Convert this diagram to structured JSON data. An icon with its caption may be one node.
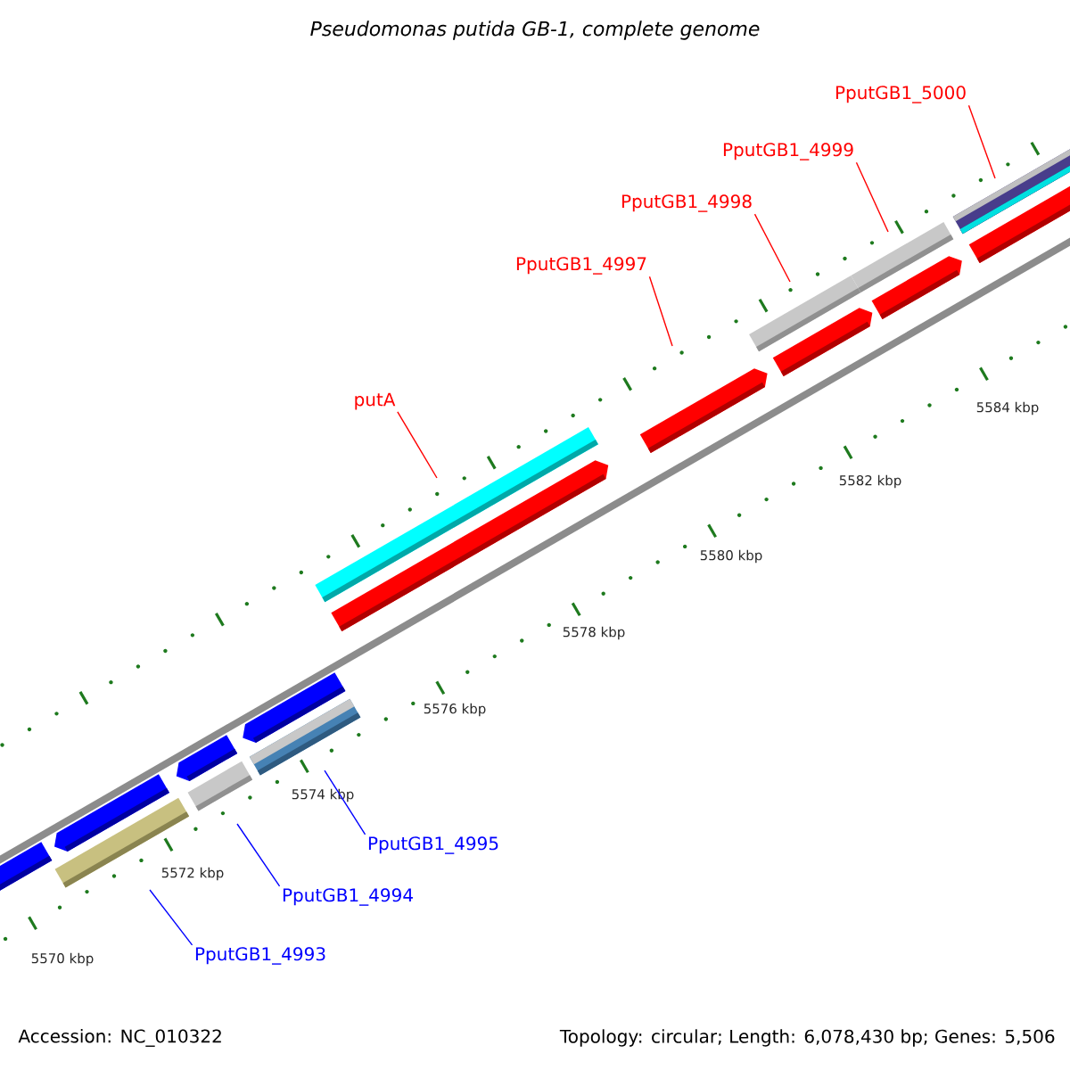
{
  "diagram": {
    "title": "Pseudomonas putida GB-1, complete genome",
    "nodes": [
      {
        "text": [
          "PputGB1_5000"
        ]
      },
      {
        "text": [
          "PputGB1_4999"
        ]
      },
      {
        "text": [
          "PputGB1_4998"
        ]
      },
      {
        "text": [
          "PputGB1_4997"
        ]
      },
      {
        "text": [
          "putA"
        ]
      },
      {
        "text": [
          "PputGB1_4995"
        ]
      },
      {
        "text": [
          "PputGB1_4994"
        ]
      },
      {
        "text": [
          "PputGB1_4993"
        ]
      }
    ],
    "edges": [
      {
        "from": 0,
        "to": null,
        "arrow": "none"
      },
      {
        "from": 1,
        "to": null,
        "arrow": "none"
      },
      {
        "from": 2,
        "to": null,
        "arrow": "none"
      },
      {
        "from": 3,
        "to": null,
        "arrow": "none"
      },
      {
        "from": 4,
        "to": null,
        "arrow": "none"
      },
      {
        "from": 5,
        "to": null,
        "arrow": "none",
        "color": "#0000ff"
      },
      {
        "from": 6,
        "to": null,
        "arrow": "none",
        "color": "#0000ff"
      },
      {
        "from": 7,
        "to": null,
        "arrow": "none",
        "color": "#0000ff"
      }
    ],
    "labels": [
      "5584 kbp",
      "5582 kbp",
      "5580 kbp",
      "5578 kbp",
      "5576 kbp",
      "5574 kbp",
      "5572 kbp",
      "5570 kbp",
      "Accession: NC_010322",
      "Topology: circular; Length: 6,078,430 bp; Genes: 5,506"
    ]
  }
}
